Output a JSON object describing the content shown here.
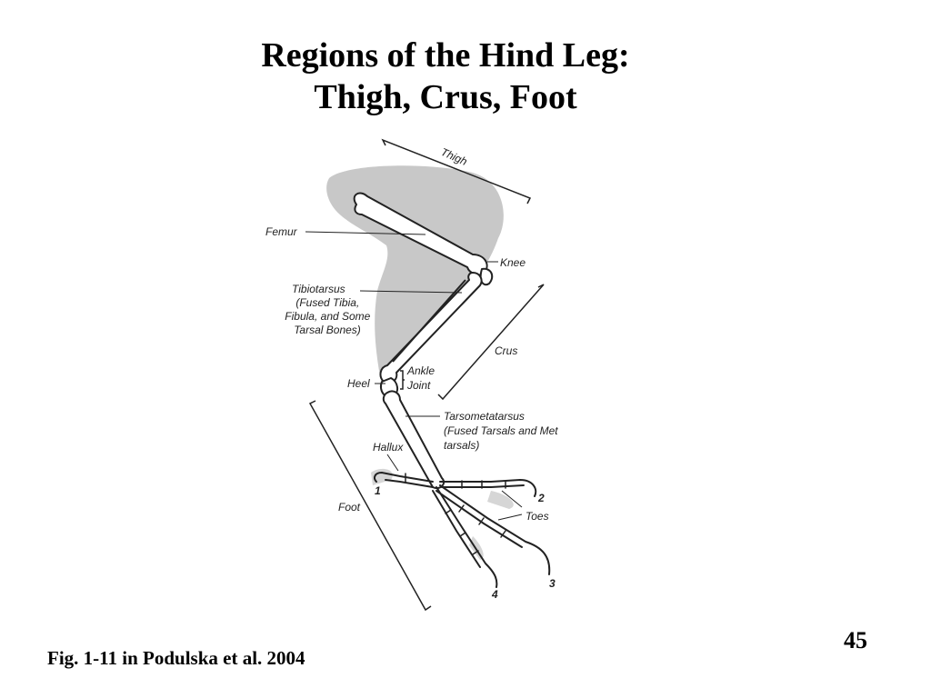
{
  "slide": {
    "title_line1": "Regions of the Hind Leg:",
    "title_line2": "Thigh, Crus, Foot",
    "caption": "Fig. 1-11 in Podulska et al. 2004",
    "page_number": "45"
  },
  "figure": {
    "regions": {
      "thigh": "Thigh",
      "crus": "Crus",
      "foot": "Foot"
    },
    "labels": {
      "femur": "Femur",
      "knee": "Knee",
      "tibiotarsus": [
        "Tibiotarsus",
        "(Fused Tibia,",
        "Fibula, and Some",
        "Tarsal Bones)"
      ],
      "heel": "Heel",
      "ankle_joint": [
        "Ankle",
        "Joint"
      ],
      "tarsometatarsus": [
        "Tarsometatarsus",
        "(Fused Tarsals and Met",
        "tarsals)"
      ],
      "hallux": "Hallux",
      "toes": "Toes"
    },
    "toe_numbers": [
      "1",
      "2",
      "3",
      "4"
    ],
    "colors": {
      "muscle_shading": "#c8c8c8",
      "bone_fill": "#ffffff",
      "line": "#222222"
    }
  }
}
